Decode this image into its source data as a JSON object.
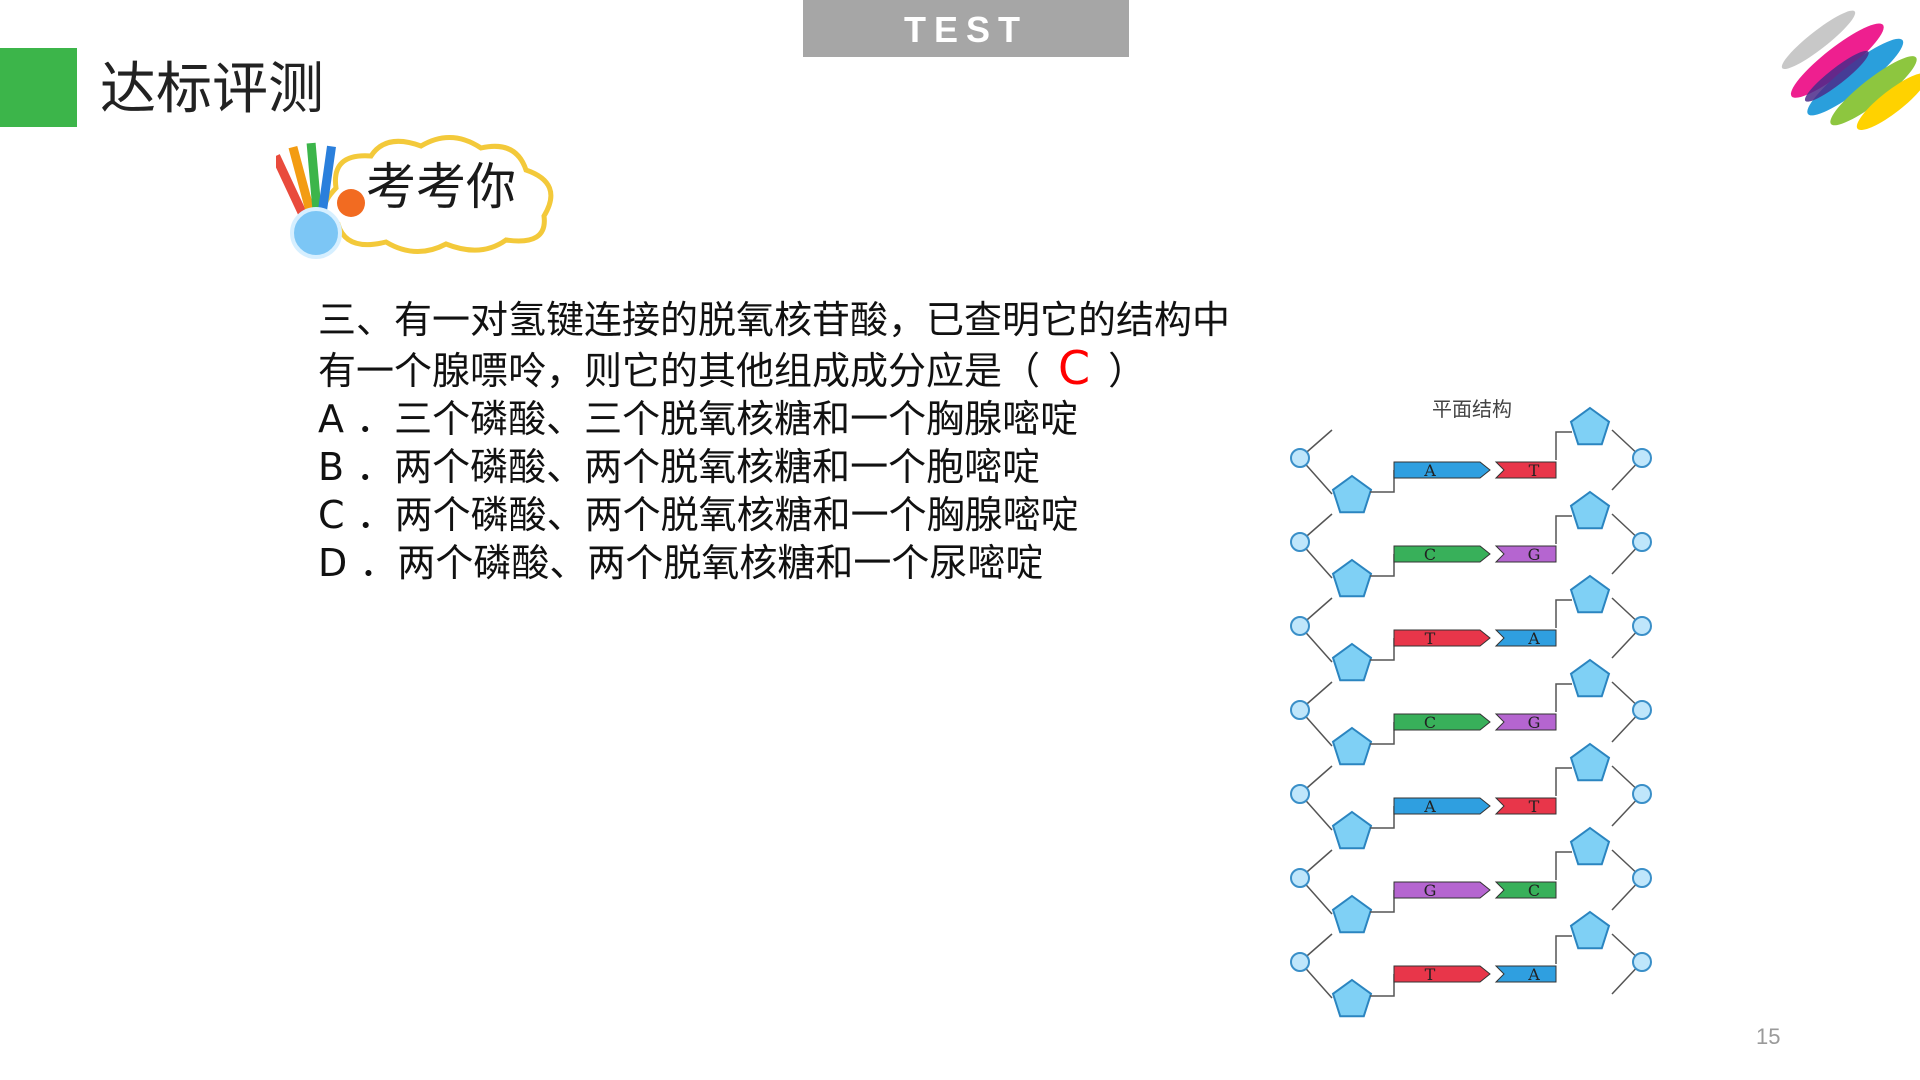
{
  "banner": {
    "label": "TEST"
  },
  "header": {
    "title": "达标评测",
    "accent_color": "#3cb54a"
  },
  "badge": {
    "label": "考考你"
  },
  "question": {
    "line1": "三、有一对氢键连接的脱氧核苷酸，已查明它的结构中",
    "line2_before": "有一个腺嘌呤，则它的其他组成成分应是（",
    "answer": "C",
    "line2_after": "）",
    "options": [
      "A ．三个磷酸、三个脱氧核糖和一个胸腺嘧啶",
      "B ．两个磷酸、两个脱氧核糖和一个胞嘧啶",
      "C ．两个磷酸、两个脱氧核糖和一个胸腺嘧啶",
      "D ．两个磷酸、两个脱氧核糖和一个尿嘧啶"
    ]
  },
  "figure": {
    "title": "平面结构",
    "pairs": [
      {
        "left": "A",
        "right": "T"
      },
      {
        "left": "C",
        "right": "G"
      },
      {
        "left": "T",
        "right": "A"
      },
      {
        "left": "C",
        "right": "G"
      },
      {
        "left": "A",
        "right": "T"
      },
      {
        "left": "G",
        "right": "C"
      },
      {
        "left": "T",
        "right": "A"
      }
    ],
    "base_colors": {
      "A": "#2f9fe0",
      "T": "#e8364a",
      "C": "#38b05a",
      "G": "#b565d0"
    }
  },
  "footer": {
    "page_number": "15"
  }
}
